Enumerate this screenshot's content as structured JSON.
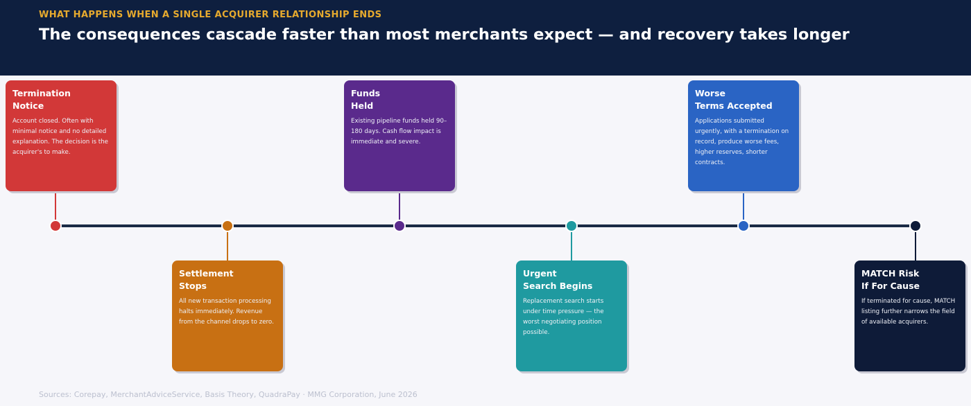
{
  "header": {
    "kicker": "WHAT HAPPENS WHEN A SINGLE ACQUIRER RELATIONSHIP ENDS",
    "title": "The consequences cascade faster than most merchants expect — and recovery takes longer"
  },
  "steps": [
    {
      "title_line1": "Termination",
      "title_line2": "Notice",
      "description": "Account closed. Often with minimal notice and no detailed explanation. The decision is the acquirer's to make.",
      "color": "#d23838"
    },
    {
      "title_line1": "Settlement",
      "title_line2": "Stops",
      "description": "All new transaction processing halts immediately. Revenue from the channel drops to zero.",
      "color": "#c87013"
    },
    {
      "title_line1": "Funds",
      "title_line2": "Held",
      "description": "Existing pipeline funds held 90–180 days. Cash flow impact is immediate and severe.",
      "color": "#5a2a8c"
    },
    {
      "title_line1": "Urgent",
      "title_line2": "Search Begins",
      "description": "Replacement search starts under time pressure — the worst negotiating position possible.",
      "color": "#1f9aa0"
    },
    {
      "title_line1": "Worse",
      "title_line2": "Terms Accepted",
      "description": "Applications submitted urgently, with a termination on record, produce worse fees, higher reserves, shorter contracts.",
      "color": "#2a64c4"
    },
    {
      "title_line1": "MATCH Risk",
      "title_line2": "If For Cause",
      "description": "If terminated for cause, MATCH listing further narrows the field of available acquirers.",
      "color": "#0e1b38"
    }
  ],
  "footer": {
    "sources": "Sources: Corepay, MerchantAdviceService, Basis Theory, QuadraPay  ·  MMG Corporation, June 2026"
  }
}
